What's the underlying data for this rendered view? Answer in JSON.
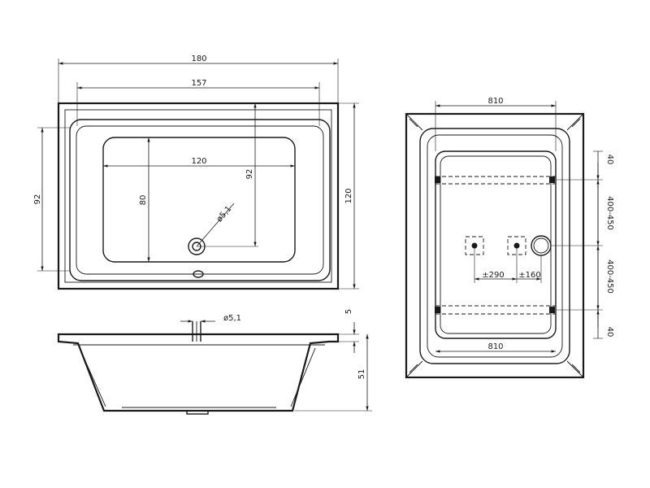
{
  "top_view": {
    "overall_length": "180",
    "inner_length": "157",
    "basin_length": "120",
    "overall_width": "92",
    "rim_width": "120",
    "basin_depth": "80",
    "drain_offset": "92",
    "drain_diameter": "ø5,1"
  },
  "side_view": {
    "drain_diameter": "ø5,1",
    "rim_thickness": "5",
    "total_height": "51"
  },
  "frame_view": {
    "top_width": "810",
    "bottom_width": "810",
    "edge_top": "40",
    "span_upper": "400-450",
    "span_lower": "400-450",
    "edge_bottom": "40",
    "pos_290": "±290",
    "pos_160": "±160"
  }
}
